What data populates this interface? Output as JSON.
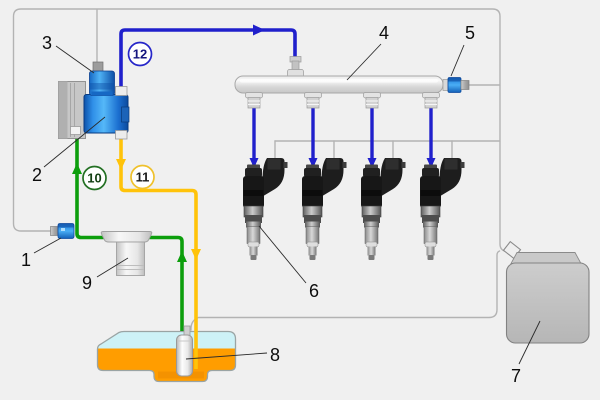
{
  "diagram": {
    "kind": "fuel-injection-system-schematic",
    "callouts": {
      "c1": "1",
      "c2": "2",
      "c3": "3",
      "c4": "4",
      "c5": "5",
      "c6": "6",
      "c7": "7",
      "c8": "8",
      "c9": "9"
    },
    "line_badges": {
      "b10": "10",
      "b11": "11",
      "b12": "12"
    },
    "colors": {
      "background": "#f0f0f0",
      "supply_line_green": "#0c9e0c",
      "return_line_yellow": "#ffc30a",
      "high_pressure_line_blue": "#2020cc",
      "fuel_orange": "#ff9d00",
      "tank_vapor_cyan": "#cdf2f7",
      "wiring_harness_gray": "#b3b3b3",
      "pump_blue": "#2e8fe0",
      "ecu_gray": "#c3c3c3"
    }
  }
}
